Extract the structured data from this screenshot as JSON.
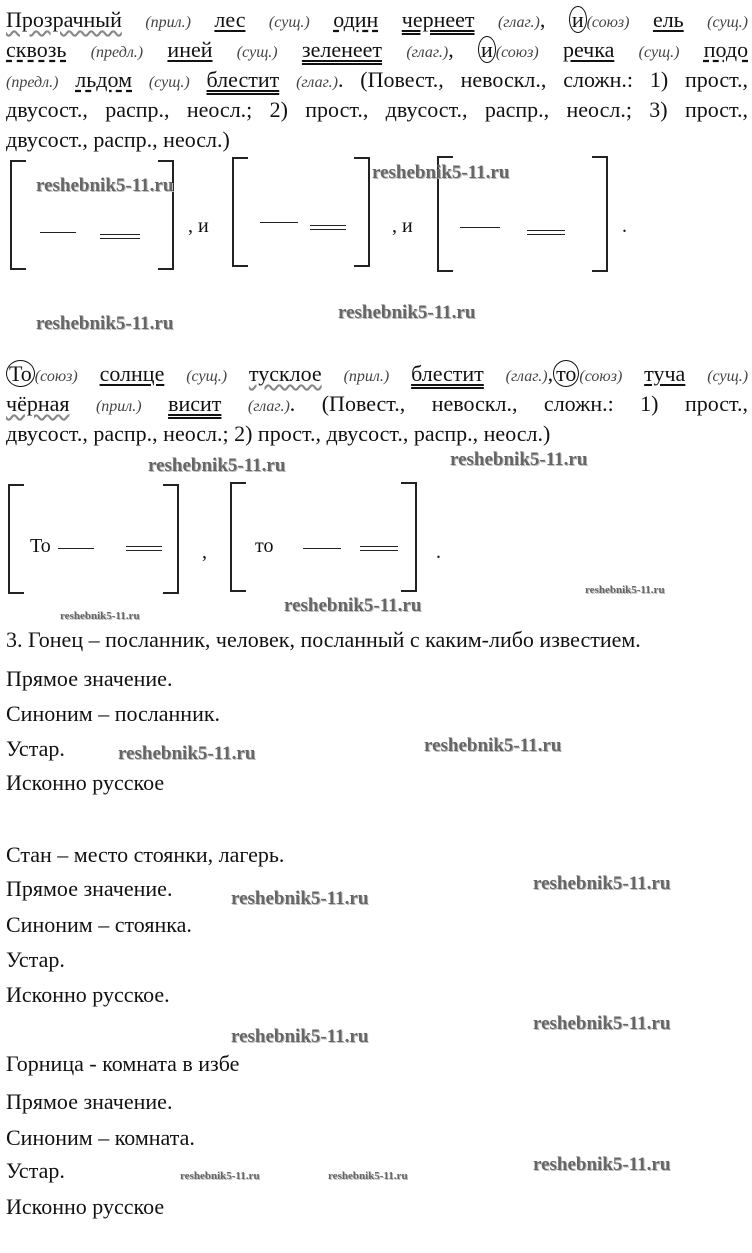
{
  "sentence1": {
    "words": [
      "Прозрачный",
      "(прил.)",
      "лес",
      "(сущ.)",
      "один",
      "чернеет",
      "(глаг.)",
      "и",
      "(союз)",
      "ель",
      "(сущ.)",
      "сквозь",
      "(предл.)",
      "иней",
      "(сущ.)",
      "зеленеет",
      "(глаг.)",
      "и",
      "(союз)",
      "речка",
      "(сущ.)",
      "подо",
      "(предл.)",
      "льдом",
      "(сущ.)",
      "блестит",
      "(глаг.)"
    ],
    "analysis_l3": ". (Повест., невоскл., сложн.: 1) прост.,",
    "analysis_l4": "двусост., распр., неосл.; 2) прост., двусост., распр., неосл.; 3) прост.,",
    "analysis_l5": "двусост., распр., неосл.)",
    "scheme": {
      "sep1": ", и",
      "sep2": ", и",
      "end": "."
    }
  },
  "sentence2": {
    "words": [
      "То",
      "(союз)",
      "солнце",
      "(сущ.)",
      "тусклое",
      "(прил.)",
      "блестит",
      "(глаг.)",
      "то",
      "(союз)",
      "туча",
      "(сущ.)",
      "чёрная",
      "(прил.)",
      "висит",
      "(глаг.)"
    ],
    "analysis_l2": ". (Повест., невоскл., сложн.: 1) прост.,",
    "analysis_l3": "двусост., распр., неосл.; 2) прост., двусост., распр., неосл.)",
    "scheme": {
      "first": "То",
      "second": "то",
      "sep": ",",
      "end": "."
    }
  },
  "lines": [
    "3. Гонец – посланник, человек, посланный с каким-либо известием.",
    "Прямое значение.",
    "Синоним – посланник.",
    "Устар.",
    "Исконно русское",
    "Стан – место стоянки, лагерь.",
    "Прямое значение.",
    "Синоним – стоянка.",
    "Устар.",
    "Исконно русское.",
    "Горница - комната в избе",
    "Прямое значение.",
    "Синоним – комната.",
    "Устар.",
    "Исконно русское"
  ],
  "watermark": "reshebnik5-11.ru"
}
